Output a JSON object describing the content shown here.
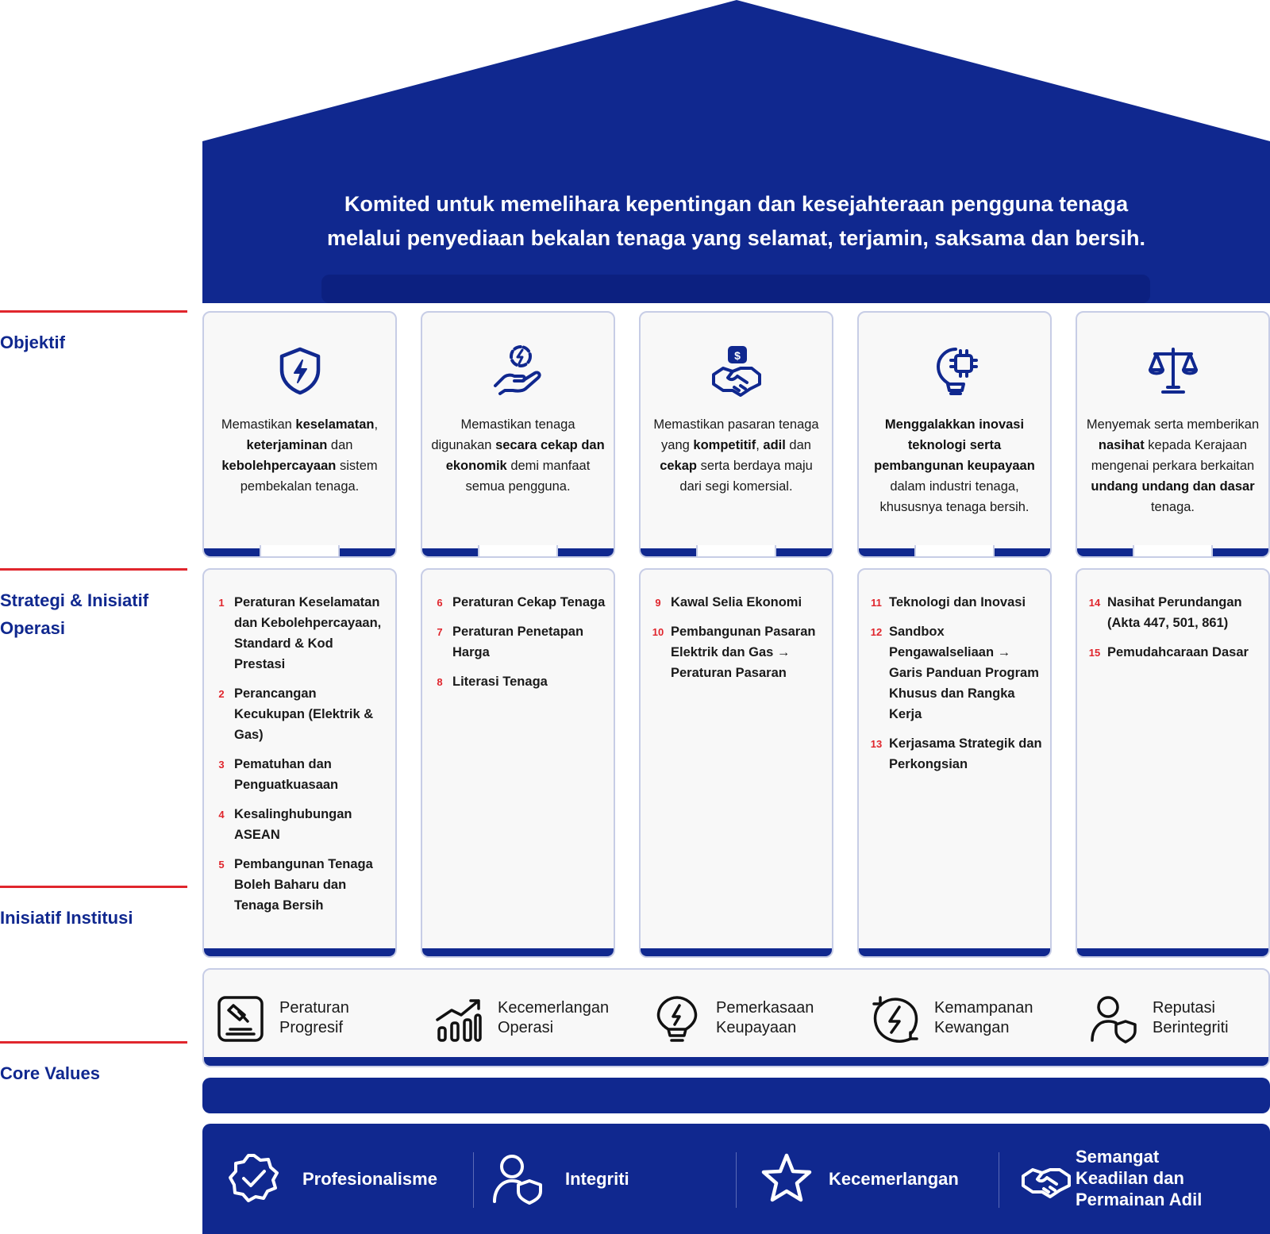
{
  "colors": {
    "primary": "#10288f",
    "accent": "#e0262d",
    "card_bg": "#f8f8f8",
    "card_border": "#c7cde6"
  },
  "vision": {
    "line1": "Komited untuk memelihara kepentingan dan kesejahteraan pengguna tenaga",
    "line2": "melalui penyediaan bekalan tenaga yang selamat, terjamin, saksama dan bersih."
  },
  "side_labels": {
    "objektif": "Objektif",
    "strategi": "Strategi & Inisiatif Operasi",
    "institusi": "Inisiatif Institusi",
    "core_values": "Core Values"
  },
  "objectives": [
    {
      "icon": "shield-bolt-icon",
      "text": [
        {
          "t": "Memastikan ",
          "b": false
        },
        {
          "t": "keselamatan",
          "b": true
        },
        {
          "t": ", ",
          "b": false
        },
        {
          "t": "keterjaminan",
          "b": true
        },
        {
          "t": " dan ",
          "b": false
        },
        {
          "t": "kebolehpercayaan",
          "b": true
        },
        {
          "t": " sistem pembekalan tenaga.",
          "b": false
        }
      ]
    },
    {
      "icon": "hand-energy-icon",
      "text": [
        {
          "t": "Memastikan tenaga digunakan ",
          "b": false
        },
        {
          "t": "secara cekap dan ekonomik",
          "b": true
        },
        {
          "t": " demi manfaat semua pengguna.",
          "b": false
        }
      ]
    },
    {
      "icon": "handshake-money-icon",
      "text": [
        {
          "t": "Memastikan pasaran tenaga yang ",
          "b": false
        },
        {
          "t": "kompetitif",
          "b": true
        },
        {
          "t": ", ",
          "b": false
        },
        {
          "t": "adil",
          "b": true
        },
        {
          "t": " dan ",
          "b": false
        },
        {
          "t": "cekap",
          "b": true
        },
        {
          "t": " serta berdaya maju dari segi komersial.",
          "b": false
        }
      ]
    },
    {
      "icon": "bulb-chip-icon",
      "text": [
        {
          "t": "Menggalakkan inovasi teknologi serta pembangunan keupayaan",
          "b": true
        },
        {
          "t": " dalam industri tenaga, khususnya tenaga bersih.",
          "b": false
        }
      ]
    },
    {
      "icon": "scales-icon",
      "text": [
        {
          "t": "Menyemak serta memberikan ",
          "b": false
        },
        {
          "t": "nasihat",
          "b": true
        },
        {
          "t": " kepada Kerajaan mengenai perkara berkaitan ",
          "b": false
        },
        {
          "t": "undang undang dan dasar",
          "b": true
        },
        {
          "t": " tenaga.",
          "b": false
        }
      ]
    }
  ],
  "strategies": [
    [
      {
        "num": "1",
        "label": "Peraturan Keselamatan dan Kebolehpercayaan, Standard & Kod Prestasi"
      },
      {
        "num": "2",
        "label": "Perancangan Kecukupan (Elektrik & Gas)"
      },
      {
        "num": "3",
        "label": "Pematuhan dan Penguatkuasaan"
      },
      {
        "num": "4",
        "label": "Kesalinghubungan ASEAN"
      },
      {
        "num": "5",
        "label": "Pembangunan Tenaga Boleh Baharu dan Tenaga Bersih"
      }
    ],
    [
      {
        "num": "6",
        "label": "Peraturan Cekap Tenaga"
      },
      {
        "num": "7",
        "label": "Peraturan Penetapan Harga"
      },
      {
        "num": "8",
        "label": "Literasi Tenaga"
      }
    ],
    [
      {
        "num": "9",
        "label": "Kawal Selia Ekonomi"
      },
      {
        "num": "10",
        "label": "Pembangunan Pasaran Elektrik dan Gas → Peraturan Pasaran"
      }
    ],
    [
      {
        "num": "11",
        "label": "Teknologi dan Inovasi"
      },
      {
        "num": "12",
        "label": "Sandbox Pengawalseliaan → Garis Panduan Program Khusus dan Rangka Kerja"
      },
      {
        "num": "13",
        "label": "Kerjasama Strategik dan Perkongsian"
      }
    ],
    [
      {
        "num": "14",
        "label": "Nasihat Perundangan (Akta 447, 501, 861)"
      },
      {
        "num": "15",
        "label": "Pemudahcaraan Dasar"
      }
    ]
  ],
  "institutional": [
    {
      "icon": "gavel-icon",
      "line1": "Peraturan",
      "line2": "Progresif"
    },
    {
      "icon": "growth-chart-icon",
      "line1": "Kecemerlangan",
      "line2": "Operasi"
    },
    {
      "icon": "bulb-bolt-icon",
      "line1": "Pemerkasaan",
      "line2": "Keupayaan"
    },
    {
      "icon": "cycle-bolt-icon",
      "line1": "Kemampanan",
      "line2": "Kewangan"
    },
    {
      "icon": "user-shield-icon",
      "line1": "Reputasi",
      "line2": "Berintegriti"
    }
  ],
  "core_values": [
    {
      "icon": "badge-check-icon",
      "lines": [
        "Profesionalisme"
      ]
    },
    {
      "icon": "user-shield-icon",
      "lines": [
        "Integriti"
      ]
    },
    {
      "icon": "star-icon",
      "lines": [
        "Kecemerlangan"
      ]
    },
    {
      "icon": "handshake-icon",
      "lines": [
        "Semangat",
        "Keadilan dan",
        "Permainan Adil"
      ]
    }
  ]
}
